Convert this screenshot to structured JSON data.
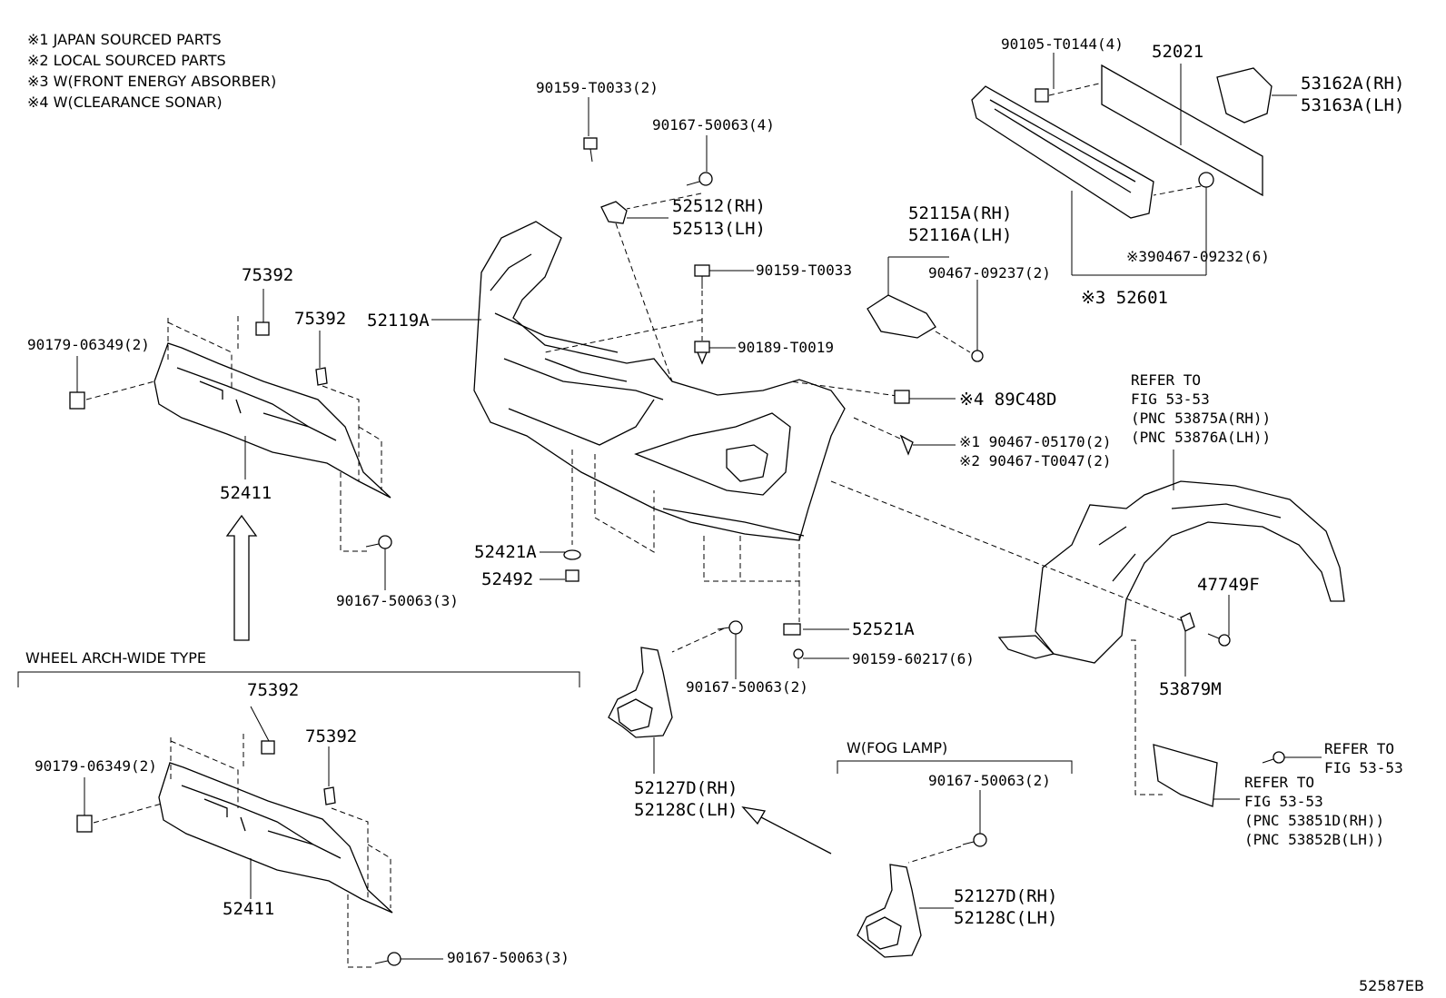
{
  "notes": [
    "※1 JAPAN SOURCED PARTS",
    "※2 LOCAL SOURCED PARTS",
    "※3 W(FRONT ENERGY ABSORBER)",
    "※4 W(CLEARANCE SONAR)"
  ],
  "labels": {
    "p90159_T0033_2": "90159-T0033(2)",
    "p90167_50063_4": "90167-50063(4)",
    "p52512": "52512(RH)",
    "p52513": "52513(LH)",
    "p90159_T0033": "90159-T0033",
    "p90189_T0019": "90189-T0019",
    "p52119A": "52119A",
    "p75392_a": "75392",
    "p75392_b": "75392",
    "p90179_06349_a": "90179-06349(2)",
    "p52411_a": "52411",
    "p90167_50063_3a": "90167-50063(3)",
    "p52421A": "52421A",
    "p52492": "52492",
    "p52521A": "52521A",
    "p90159_60217": "90159-60217(6)",
    "p90167_50063_2a": "90167-50063(2)",
    "p52127D_a": "52127D(RH)",
    "p52128C_a": "52128C(LH)",
    "p90105_T0144": "90105-T0144(4)",
    "p52021": "52021",
    "p53162A": "53162A(RH)",
    "p53163A": "53163A(LH)",
    "p52115A": "52115A(RH)",
    "p52116A": "52116A(LH)",
    "p90467_09237": "90467-09237(2)",
    "p90467_09232": "※390467-09232(6)",
    "p52601": "※3 52601",
    "p89C48D": "※4 89C48D",
    "p90467_05170": "※1 90467-05170(2)",
    "p90467_T0047": "※2 90467-T0047(2)",
    "refer1_a": "REFER TO",
    "refer1_b": "FIG 53-53",
    "refer1_c": "(PNC 53875A(RH))",
    "refer1_d": "(PNC 53876A(LH))",
    "p47749F": "47749F",
    "p53879M": "53879M",
    "refer2_a": "REFER TO",
    "refer2_b": "FIG 53-53",
    "refer3_a": "REFER TO",
    "refer3_b": "FIG 53-53",
    "refer3_c": "(PNC 53851D(RH))",
    "refer3_d": "(PNC 53852B(LH))",
    "wheel_arch": "WHEEL ARCH-WIDE TYPE",
    "p75392_c": "75392",
    "p75392_d": "75392",
    "p90179_06349_b": "90179-06349(2)",
    "p52411_b": "52411",
    "p90167_50063_3b": "90167-50063(3)",
    "fog_lamp": "W(FOG LAMP)",
    "p90167_50063_2b": "90167-50063(2)",
    "p52127D_b": "52127D(RH)",
    "p52128C_b": "52128C(LH)",
    "diagram_id": "52587EB"
  }
}
